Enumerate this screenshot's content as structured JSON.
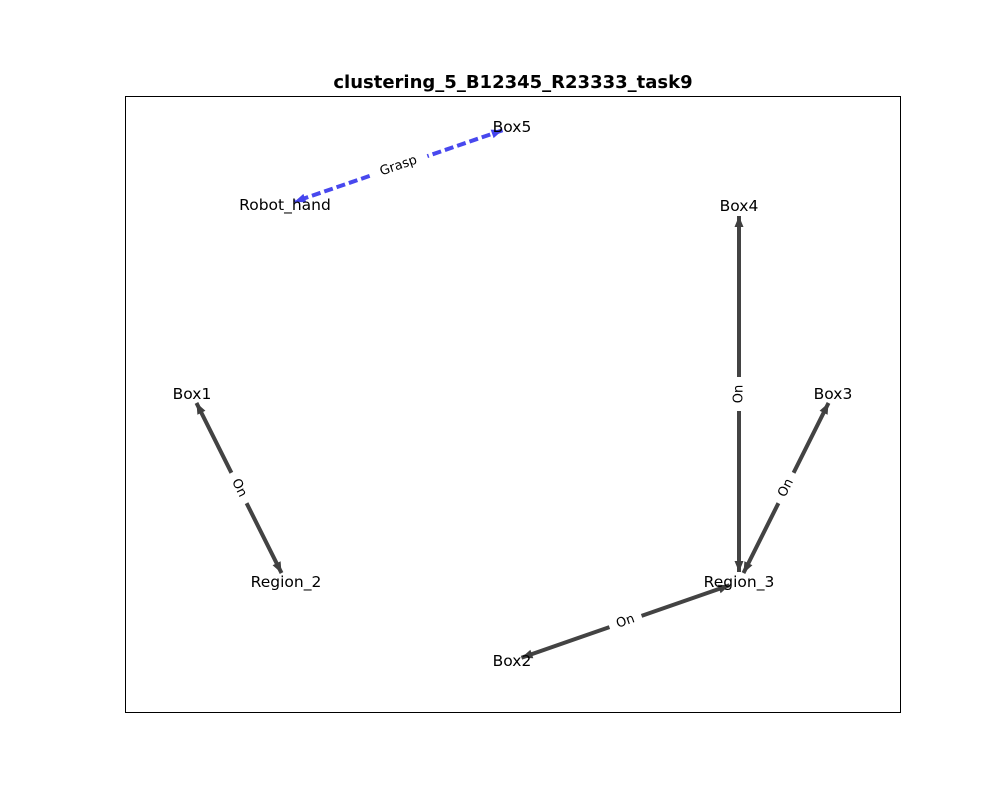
{
  "title": "clustering_5_B12345_R23333_task9",
  "colors": {
    "on_edge": "#3f3f3f",
    "grasp_edge": "#4444ee",
    "frame": "#000000",
    "background": "#ffffff"
  },
  "nodes": [
    {
      "id": "Box5",
      "label": "Box5"
    },
    {
      "id": "Robot_hand",
      "label": "Robot_hand"
    },
    {
      "id": "Box4",
      "label": "Box4"
    },
    {
      "id": "Box1",
      "label": "Box1"
    },
    {
      "id": "Box3",
      "label": "Box3"
    },
    {
      "id": "Region_2",
      "label": "Region_2"
    },
    {
      "id": "Region_3",
      "label": "Region_3"
    },
    {
      "id": "Box2",
      "label": "Box2"
    }
  ],
  "edges": [
    {
      "from": "Box5",
      "to": "Robot_hand",
      "label": "Grasp",
      "style": "dashed",
      "color": "grasp",
      "arrows": "both"
    },
    {
      "from": "Region_2",
      "to": "Box1",
      "label": "On",
      "style": "solid",
      "color": "on",
      "arrows": "both"
    },
    {
      "from": "Region_3",
      "to": "Box4",
      "label": "On",
      "style": "solid",
      "color": "on",
      "arrows": "both"
    },
    {
      "from": "Region_3",
      "to": "Box3",
      "label": "On",
      "style": "solid",
      "color": "on",
      "arrows": "both"
    },
    {
      "from": "Region_3",
      "to": "Box2",
      "label": "On",
      "style": "solid",
      "color": "on",
      "arrows": "both"
    }
  ]
}
